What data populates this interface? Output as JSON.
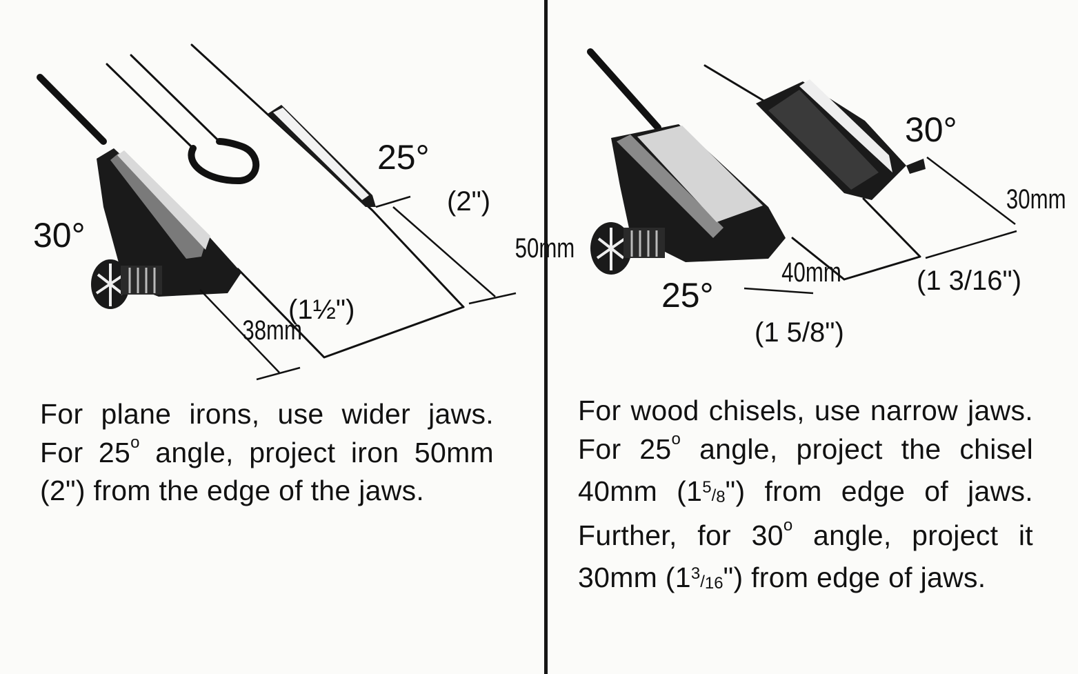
{
  "left_panel": {
    "labels": {
      "angle_30": "30°",
      "angle_25": "25°",
      "dim_50mm": "50mm",
      "dim_2in": "(2\")",
      "dim_38mm": "38mm",
      "dim_1_5in": "(1½\")"
    },
    "caption": {
      "part1": "For plane irons, use wider jaws. For 25",
      "sup1": "o",
      "part2": " angle, project iron 50mm (2\") from the edge of the jaws."
    }
  },
  "right_panel": {
    "labels": {
      "angle_30": "30°",
      "angle_25": "25°",
      "dim_30mm": "30mm",
      "dim_1_3_16in": "(1 3/16\")",
      "dim_40mm": "40mm",
      "dim_1_5_8in": "(1 5/8\")"
    },
    "caption": {
      "part1": "For wood chisels, use narrow jaws. For 25",
      "sup1": "o",
      "part2": " angle, project the chisel 40mm (1",
      "frac1_num": "5",
      "frac1_den": "8",
      "part3": "\") from edge of jaws. Further, for 30",
      "sup2": "o",
      "part4": " angle, project it 30mm (1",
      "frac2_num": "3",
      "frac2_den": "16",
      "part5": "\") from edge of jaws."
    }
  }
}
